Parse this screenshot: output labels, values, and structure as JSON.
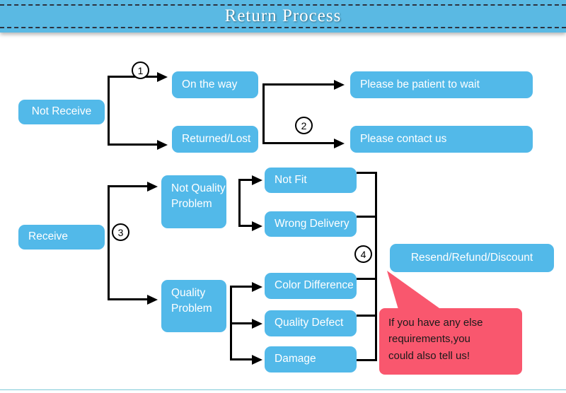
{
  "header": {
    "title": "Return Process",
    "background_color": "#5ab9e3"
  },
  "theme": {
    "node_color": "#52b9e9",
    "callout_color": "#f9576e",
    "connector_color": "#000000",
    "node_text_color": "#ffffff"
  },
  "flow": {
    "branches": [
      {
        "root": "Not Receive",
        "steps": [
          {
            "number": "1",
            "from": "Not Receive",
            "options": [
              "On the way",
              "Returned/Lost"
            ]
          },
          {
            "number": "2",
            "from": [
              "On the way",
              "Returned/Lost"
            ],
            "outcomes": [
              "Please be patient to wait",
              "Please contact us"
            ]
          }
        ]
      },
      {
        "root": "Receive",
        "steps": [
          {
            "number": "3",
            "from": "Receive",
            "options": [
              "Not Quality Problem",
              "Quality Problem"
            ]
          },
          {
            "number": "4",
            "from": [
              "Not Quality Problem",
              "Quality Problem"
            ],
            "reasons": [
              "Not Fit",
              "Wrong Delivery",
              "Color Difference",
              "Quality Defect",
              "Damage"
            ],
            "outcome": "Resend/Refund/Discount"
          }
        ]
      }
    ]
  },
  "nodes": {
    "not_receive": "Not Receive",
    "on_the_way": "On the way",
    "returned_lost": "Returned/Lost",
    "please_wait": "Please be patient to wait",
    "please_contact": "Please contact us",
    "receive": "Receive",
    "not_quality_problem": "Not Quality Problem",
    "quality_problem": "Quality Problem",
    "not_fit": "Not Fit",
    "wrong_delivery": "Wrong Delivery",
    "color_difference": "Color Difference",
    "quality_defect": "Quality Defect",
    "damage": "Damage",
    "resend_refund_discount": "Resend/Refund/Discount"
  },
  "step_numbers": {
    "one": "1",
    "two": "2",
    "three": "3",
    "four": "4"
  },
  "callout": {
    "line1": "If you have any else",
    "line2": "requirements,you",
    "line3": "could also tell us!"
  }
}
